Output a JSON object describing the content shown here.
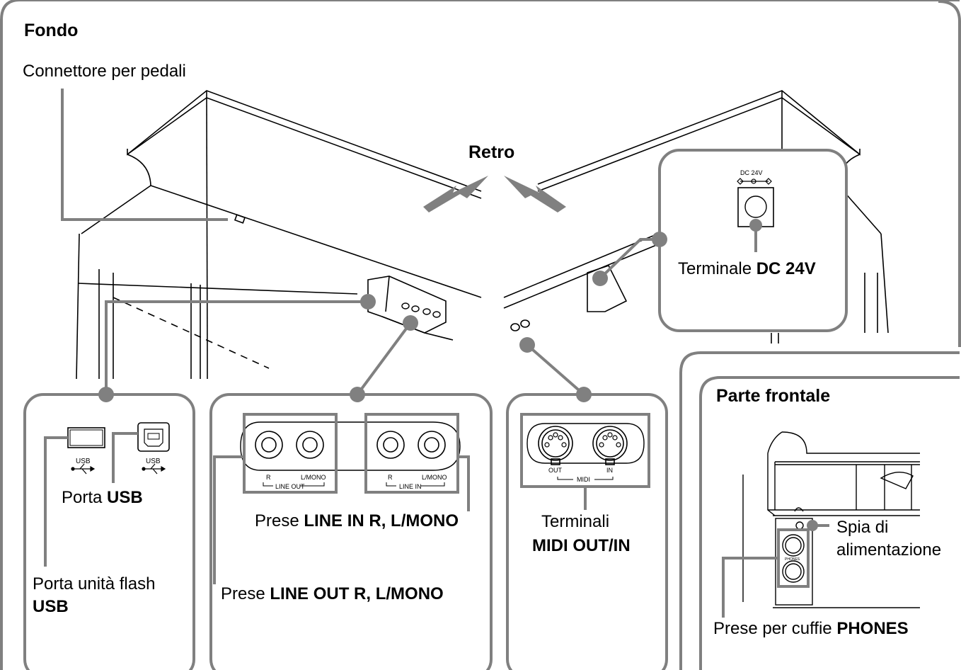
{
  "sections": {
    "bottom_title": "Fondo",
    "front_title": "Parte frontale",
    "rear_label": "Retro"
  },
  "labels": {
    "pedal_connector": "Connettore per pedali",
    "dc_terminal_prefix": "Terminale ",
    "dc_terminal_bold": "DC 24V",
    "usb_port_prefix": "Porta ",
    "usb_port_bold": "USB",
    "usb_flash_line1": "Porta unità flash",
    "usb_flash_bold": "USB",
    "line_in_prefix": "Prese ",
    "line_in_bold": "LINE IN R, L/MONO",
    "line_out_prefix": "Prese ",
    "line_out_bold": "LINE OUT R, L/MONO",
    "midi_line1": "Terminali",
    "midi_bold": "MIDI OUT/IN",
    "power_lamp_line1": "Spia di",
    "power_lamp_line2": "alimentazione",
    "phones_prefix": "Prese per cuffie ",
    "phones_bold": "PHONES"
  },
  "panel_marks": {
    "dc": "DC 24V",
    "usb_a": "USB",
    "usb_b": "USB",
    "r_out": "R",
    "lmono_out": "L/MONO",
    "line_out": "LINE OUT",
    "r_in": "R",
    "lmono_in": "L/MONO",
    "line_in": "LINE IN",
    "midi_out": "OUT",
    "midi_in": "IN",
    "midi": "MIDI",
    "phones": "PHONES"
  },
  "colors": {
    "callout_line": "#808080",
    "frame": "#808080",
    "drawing": "#000000"
  }
}
